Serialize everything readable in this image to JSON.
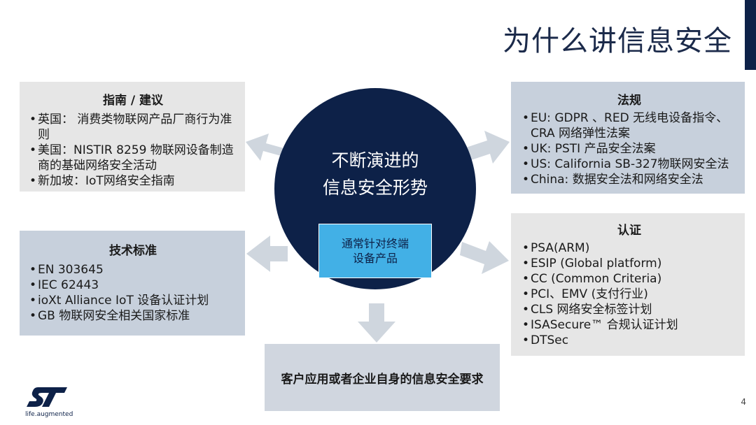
{
  "slide": {
    "title": "为什么讲信息安全",
    "page_number": "4",
    "logo_tagline": "life.augmented"
  },
  "center": {
    "line1": "不断演进的",
    "line2": "信息安全形势",
    "inner_line1": "通常针对终端",
    "inner_line2": "设备产品"
  },
  "guidelines": {
    "title": "指南 / 建议",
    "items": [
      "英国： 消费类物联网产品厂商行为准则",
      "美国：NISTIR 8259 物联网设备制造商的基础网络安全活动",
      "新加坡：IoT网络安全指南"
    ]
  },
  "standards": {
    "title": "技术标准",
    "items": [
      "EN 303645",
      "IEC 62443",
      "ioXt Alliance  IoT 设备认证计划",
      "GB 物联网安全相关国家标准"
    ]
  },
  "regulations": {
    "title": "法规",
    "items": [
      "EU: GDPR 、RED 无线电设备指令、CRA 网络弹性法案",
      "UK: PSTI 产品安全法案",
      "US: California SB-327物联网安全法",
      "China: 数据安全法和网络安全法"
    ]
  },
  "certification": {
    "title": "认证",
    "items": [
      "PSA(ARM)",
      "ESIP (Global platform)",
      "CC (Common Criteria)",
      "PCI、EMV (支付行业)",
      "CLS 网络安全标签计划",
      "ISASecure™ 合规认证计划",
      "DTSec"
    ]
  },
  "bottom": {
    "label": "客户应用或者企业自身的信息安全要求"
  },
  "colors": {
    "navy": "#0d2148",
    "light_blue": "#42b0e6",
    "arrow_gray": "#cfd6de"
  }
}
